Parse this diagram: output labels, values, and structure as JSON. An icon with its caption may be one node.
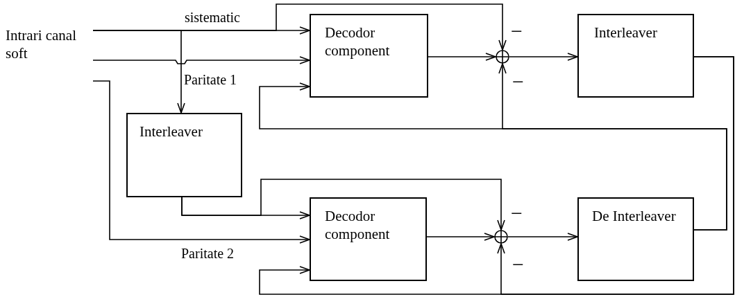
{
  "diagram": {
    "nodes": [
      {
        "text": [
          "Intrari canal soft"
        ]
      },
      {
        "text": [
          "Decodor component"
        ]
      },
      {
        "text": [],
        "shape": "circle"
      },
      {
        "text": [
          "Interleaver"
        ]
      },
      {
        "text": [
          "Interleaver"
        ]
      },
      {
        "text": [
          "Decodor component"
        ]
      },
      {
        "text": [],
        "shape": "circle"
      },
      {
        "text": [
          "De Interleaver"
        ]
      }
    ],
    "edges": [
      {
        "from": 0,
        "to": 1,
        "arrow": "to",
        "label": "sistematic"
      },
      {
        "from": 0,
        "to": 1,
        "arrow": "to"
      },
      {
        "from": 0,
        "to": 4,
        "arrow": "to",
        "label": "Paritate 1"
      },
      {
        "from": 0,
        "to": 2,
        "arrow": "to"
      },
      {
        "from": 0,
        "to": 5,
        "arrow": "to",
        "label": "Paritate 2"
      },
      {
        "from": 1,
        "to": 2,
        "arrow": "to"
      },
      {
        "from": 2,
        "to": 3,
        "arrow": "to"
      },
      {
        "from": 7,
        "to": 1,
        "arrow": "to"
      },
      {
        "from": 7,
        "to": 2,
        "arrow": "to"
      },
      {
        "from": 3,
        "to": 5,
        "arrow": "to"
      },
      {
        "from": 3,
        "to": 6,
        "arrow": "to"
      },
      {
        "from": 4,
        "to": 5,
        "arrow": "to"
      },
      {
        "from": 4,
        "to": 6,
        "arrow": "to"
      },
      {
        "from": 5,
        "to": 6,
        "arrow": "to"
      },
      {
        "from": 6,
        "to": 7,
        "arrow": "to"
      }
    ],
    "labels": [
      "−",
      "−",
      "−",
      "−"
    ]
  }
}
